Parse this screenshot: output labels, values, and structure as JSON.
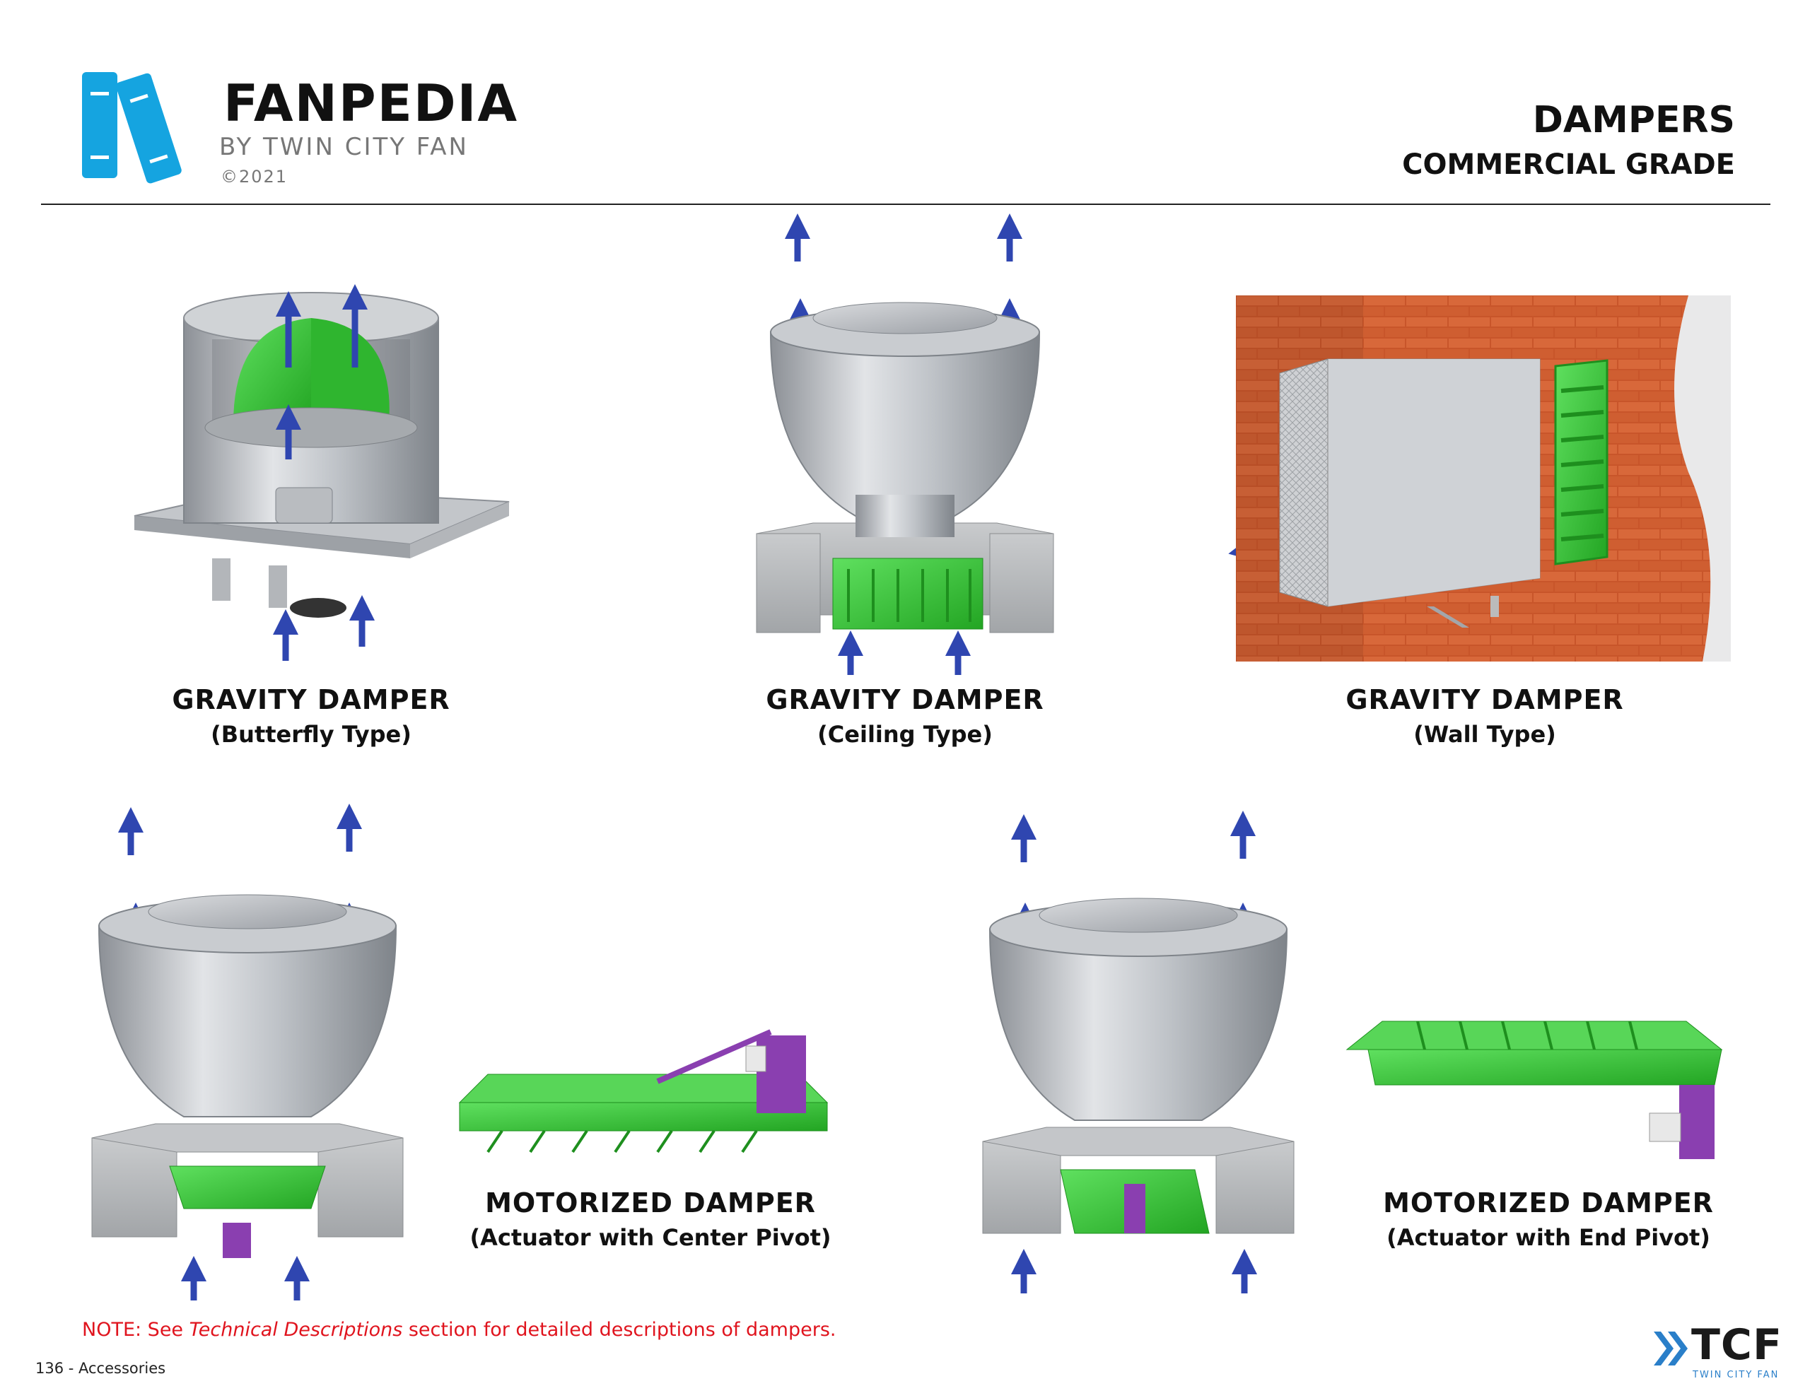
{
  "header": {
    "brand_name": "FanPedia",
    "brand_byline": "By Twin City Fan",
    "brand_copyright": "©2021",
    "title": "DAMPERS",
    "subtitle": "COMMERCIAL GRADE"
  },
  "figures": [
    {
      "title": "GRAVITY DAMPER",
      "subtitle": "(Butterfly Type)"
    },
    {
      "title": "GRAVITY DAMPER",
      "subtitle": "(Ceiling Type)"
    },
    {
      "title": "GRAVITY DAMPER",
      "subtitle": "(Wall Type)"
    },
    {
      "title": "MOTORIZED DAMPER",
      "subtitle": "(Actuator with Center Pivot)"
    },
    {
      "title": "MOTORIZED DAMPER",
      "subtitle": "(Actuator with End Pivot)"
    }
  ],
  "note": {
    "prefix": "NOTE: See ",
    "emphasis": "Technical Descriptions",
    "suffix": " section for detailed descriptions of dampers."
  },
  "footer": {
    "page_label": "136 - Accessories",
    "logo_text": "TCF",
    "logo_sub": "TWIN CITY FAN"
  },
  "colors": {
    "damper_green": "#3dc43d",
    "arrow_blue": "#2f46b0",
    "logo_blue": "#15a4e0",
    "note_red": "#e0141e"
  }
}
